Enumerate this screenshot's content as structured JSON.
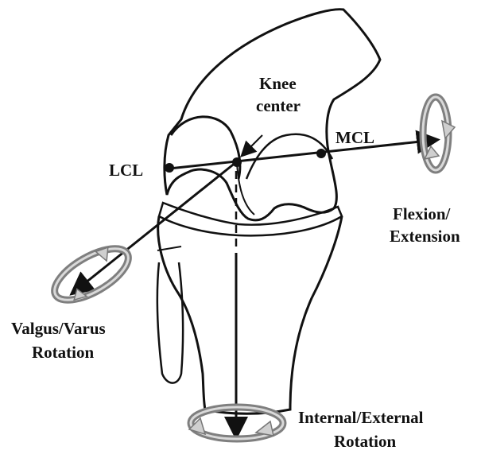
{
  "labels": {
    "knee_center_line1": "Knee",
    "knee_center_line2": "center",
    "lcl": "LCL",
    "mcl": "MCL",
    "flexion_line1": "Flexion/",
    "flexion_line2": "Extension",
    "valgus_line1": "Valgus/Varus",
    "valgus_line2": "Rotation",
    "internal_line1": "Internal/External",
    "internal_line2": "Rotation"
  },
  "colors": {
    "outline": "#111111",
    "rotation_arrow": "#8a8a8a",
    "rotation_arrow_light": "#cfcfcf",
    "background": "#ffffff"
  },
  "icons": {
    "rotation": "circular-rotation-arrow",
    "axis": "straight-arrow"
  }
}
